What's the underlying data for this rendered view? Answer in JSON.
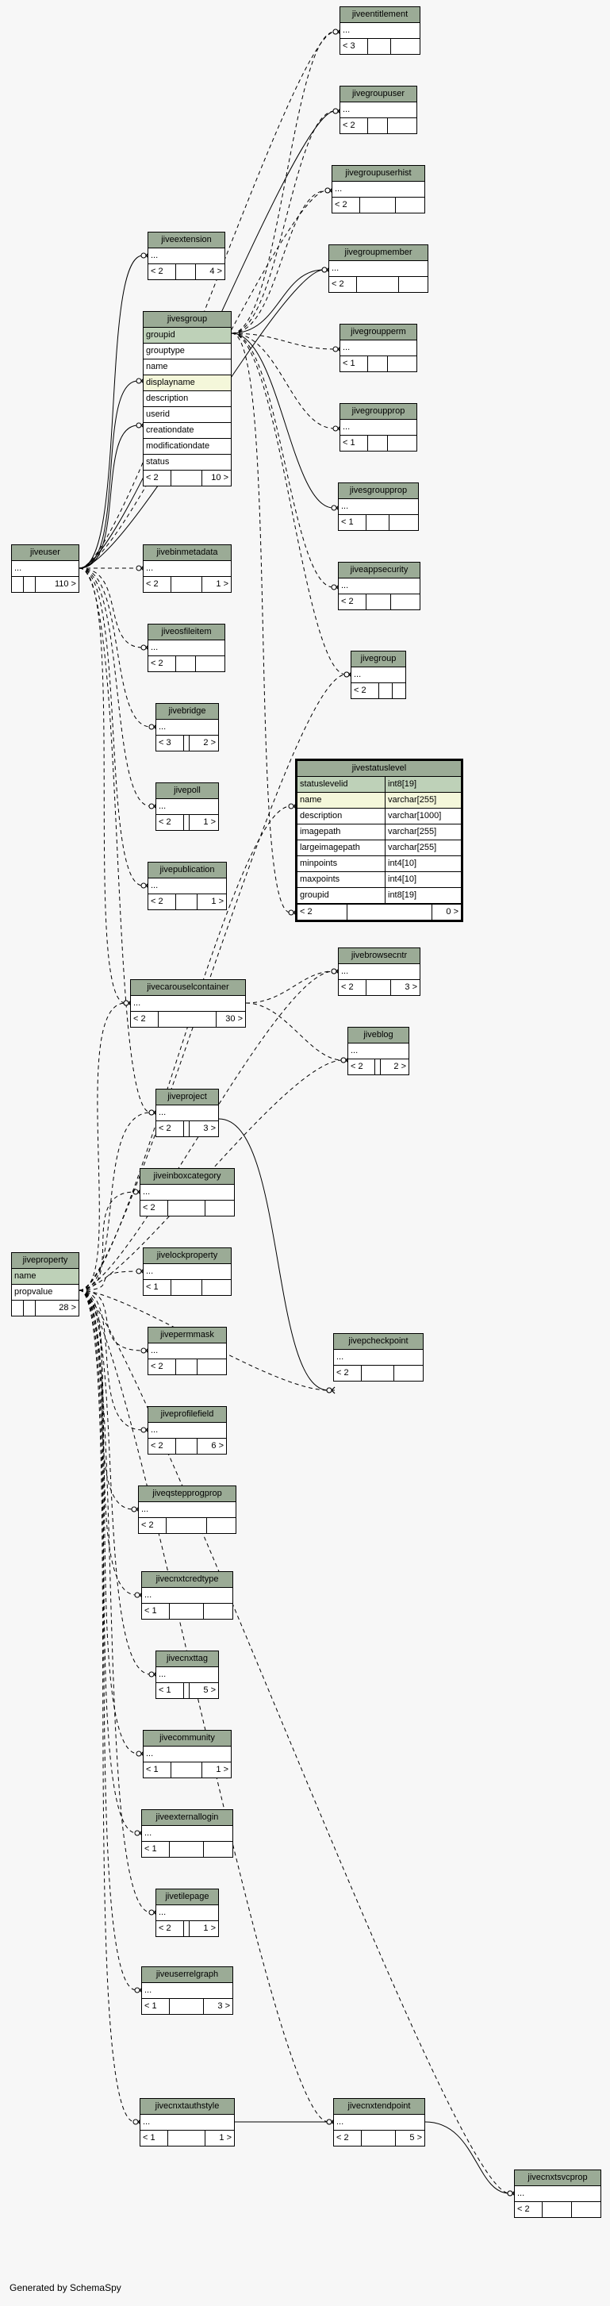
{
  "footer": "Generated by SchemaSpy",
  "tables": {
    "jiveentitlement": {
      "name": "jiveentitlement",
      "rows": [
        "..."
      ],
      "counts": [
        "< 3",
        "",
        ""
      ]
    },
    "jivegroupuser": {
      "name": "jivegroupuser",
      "rows": [
        "..."
      ],
      "counts": [
        "< 2",
        "",
        ""
      ]
    },
    "jivegroupuserhist": {
      "name": "jivegroupuserhist",
      "rows": [
        "..."
      ],
      "counts": [
        "< 2",
        "",
        ""
      ]
    },
    "jivegroupmember": {
      "name": "jivegroupmember",
      "rows": [
        "..."
      ],
      "counts": [
        "< 2",
        "",
        ""
      ]
    },
    "jiveextension": {
      "name": "jiveextension",
      "rows": [
        "..."
      ],
      "counts": [
        "< 2",
        "",
        "4 >"
      ]
    },
    "jivesgroup": {
      "name": "jivesgroup",
      "rows": [
        "groupid",
        "grouptype",
        "name",
        "displayname",
        "description",
        "userid",
        "creationdate",
        "modificationdate",
        "status"
      ],
      "counts": [
        "< 2",
        "",
        "10 >"
      ]
    },
    "jivegroupperm": {
      "name": "jivegroupperm",
      "rows": [
        "..."
      ],
      "counts": [
        "< 1",
        "",
        ""
      ]
    },
    "jivegroupprop": {
      "name": "jivegroupprop",
      "rows": [
        "..."
      ],
      "counts": [
        "< 1",
        "",
        ""
      ]
    },
    "jivesgroupprop": {
      "name": "jivesgroupprop",
      "rows": [
        "..."
      ],
      "counts": [
        "< 1",
        "",
        ""
      ]
    },
    "jiveuser": {
      "name": "jiveuser",
      "rows": [
        "..."
      ],
      "counts": [
        "",
        "",
        "110 >"
      ]
    },
    "jivebinmetadata": {
      "name": "jivebinmetadata",
      "rows": [
        "..."
      ],
      "counts": [
        "< 2",
        "",
        "1 >"
      ]
    },
    "jiveappsecurity": {
      "name": "jiveappsecurity",
      "rows": [
        "..."
      ],
      "counts": [
        "< 2",
        "",
        ""
      ]
    },
    "jiveosfileitem": {
      "name": "jiveosfileitem",
      "rows": [
        "..."
      ],
      "counts": [
        "< 2",
        "",
        ""
      ]
    },
    "jivegroup": {
      "name": "jivegroup",
      "rows": [
        "..."
      ],
      "counts": [
        "< 2",
        "",
        ""
      ]
    },
    "jivebridge": {
      "name": "jivebridge",
      "rows": [
        "..."
      ],
      "counts": [
        "< 3",
        "",
        "2 >"
      ]
    },
    "jivestatuslevel": {
      "name": "jivestatuslevel",
      "cols": [
        [
          "statuslevelid",
          "int8[19]"
        ],
        [
          "name",
          "varchar[255]"
        ],
        [
          "description",
          "varchar[1000]"
        ],
        [
          "imagepath",
          "varchar[255]"
        ],
        [
          "largeimagepath",
          "varchar[255]"
        ],
        [
          "minpoints",
          "int4[10]"
        ],
        [
          "maxpoints",
          "int4[10]"
        ],
        [
          "groupid",
          "int8[19]"
        ]
      ],
      "counts": [
        "< 2",
        "",
        "0 >"
      ]
    },
    "jivepoll": {
      "name": "jivepoll",
      "rows": [
        "..."
      ],
      "counts": [
        "< 2",
        "",
        "1 >"
      ]
    },
    "jivepublication": {
      "name": "jivepublication",
      "rows": [
        "..."
      ],
      "counts": [
        "< 2",
        "",
        "1 >"
      ]
    },
    "jivebrowsecntr": {
      "name": "jivebrowsecntr",
      "rows": [
        "..."
      ],
      "counts": [
        "< 2",
        "",
        "3 >"
      ]
    },
    "jivecarouselcontainer": {
      "name": "jivecarouselcontainer",
      "rows": [
        "..."
      ],
      "counts": [
        "< 2",
        "",
        "30 >"
      ]
    },
    "jiveblog": {
      "name": "jiveblog",
      "rows": [
        "..."
      ],
      "counts": [
        "< 2",
        "",
        "2 >"
      ]
    },
    "jiveproject": {
      "name": "jiveproject",
      "rows": [
        "..."
      ],
      "counts": [
        "< 2",
        "",
        "3 >"
      ]
    },
    "jiveinboxcategory": {
      "name": "jiveinboxcategory",
      "rows": [
        "..."
      ],
      "counts": [
        "< 2",
        "",
        ""
      ]
    },
    "jiveproperty": {
      "name": "jiveproperty",
      "rows": [
        "name",
        "propvalue"
      ],
      "counts": [
        "",
        "",
        "28 >"
      ]
    },
    "jivelockproperty": {
      "name": "jivelockproperty",
      "rows": [
        "..."
      ],
      "counts": [
        "< 1",
        "",
        ""
      ]
    },
    "jivepermmask": {
      "name": "jivepermmask",
      "rows": [
        "..."
      ],
      "counts": [
        "< 2",
        "",
        ""
      ]
    },
    "jivepcheckpoint": {
      "name": "jivepcheckpoint",
      "rows": [
        "..."
      ],
      "counts": [
        "< 2",
        "",
        ""
      ]
    },
    "jiveprofilefield": {
      "name": "jiveprofilefield",
      "rows": [
        "..."
      ],
      "counts": [
        "< 2",
        "",
        "6 >"
      ]
    },
    "jiveqstepprogprop": {
      "name": "jiveqstepprogprop",
      "rows": [
        "..."
      ],
      "counts": [
        "< 2",
        "",
        ""
      ]
    },
    "jivecnxtcredtype": {
      "name": "jivecnxtcredtype",
      "rows": [
        "..."
      ],
      "counts": [
        "< 1",
        "",
        ""
      ]
    },
    "jivecnxttag": {
      "name": "jivecnxttag",
      "rows": [
        "..."
      ],
      "counts": [
        "< 1",
        "",
        "5 >"
      ]
    },
    "jivecommunity": {
      "name": "jivecommunity",
      "rows": [
        "..."
      ],
      "counts": [
        "< 1",
        "",
        "1 >"
      ]
    },
    "jiveexternallogin": {
      "name": "jiveexternallogin",
      "rows": [
        "..."
      ],
      "counts": [
        "< 1",
        "",
        ""
      ]
    },
    "jivetilepage": {
      "name": "jivetilepage",
      "rows": [
        "..."
      ],
      "counts": [
        "< 2",
        "",
        "1 >"
      ]
    },
    "jiveuserrelgraph": {
      "name": "jiveuserrelgraph",
      "rows": [
        "..."
      ],
      "counts": [
        "< 1",
        "",
        "3 >"
      ]
    },
    "jivecnxtauthstyle": {
      "name": "jivecnxtauthstyle",
      "rows": [
        "..."
      ],
      "counts": [
        "< 1",
        "",
        "1 >"
      ]
    },
    "jivecnxtendpoint": {
      "name": "jivecnxtendpoint",
      "rows": [
        "..."
      ],
      "counts": [
        "< 2",
        "",
        "5 >"
      ]
    },
    "jivecnxtsvcprop": {
      "name": "jivecnxtsvcprop",
      "rows": [
        "..."
      ],
      "counts": [
        "< 2",
        "",
        ""
      ]
    }
  },
  "colors": {
    "header": "#9bab96",
    "pk": "#bed1b8",
    "indexed": "#f4f7da",
    "background": "#f7f7f7"
  }
}
